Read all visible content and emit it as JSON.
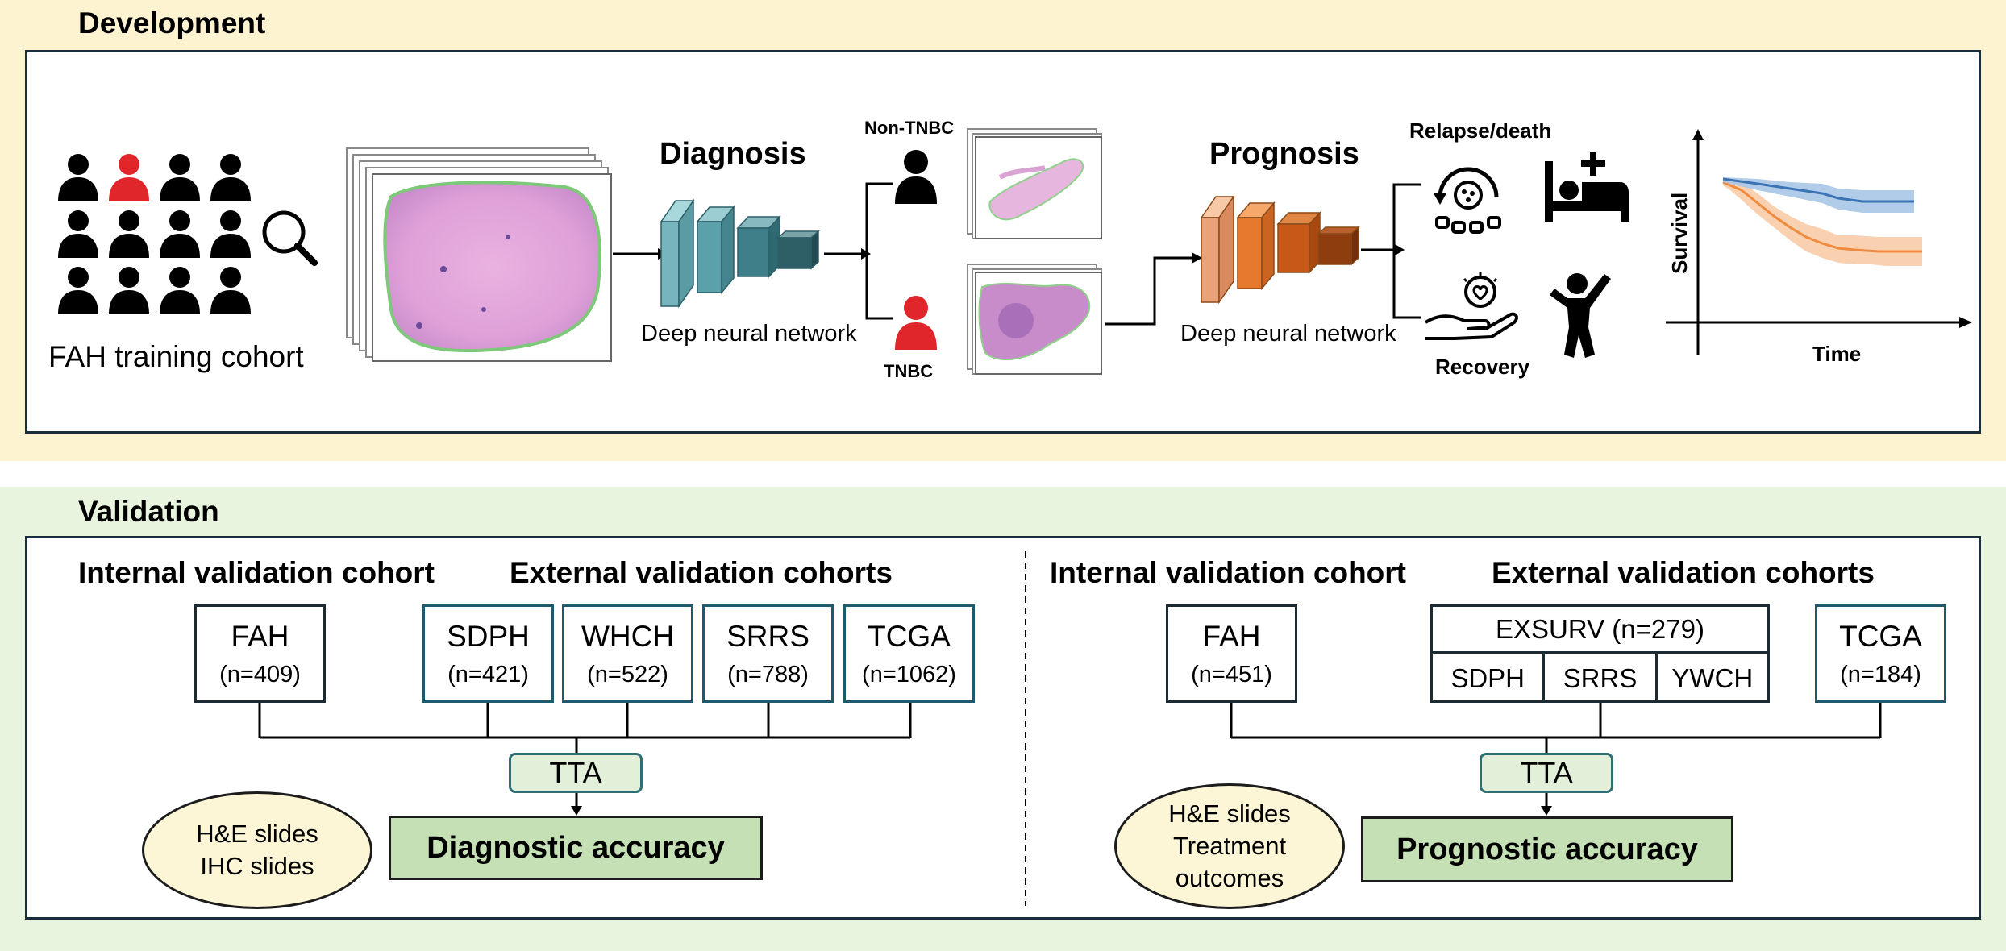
{
  "development": {
    "title": "Development",
    "training_cohort_label": "FAH training cohort",
    "diagnosis_title": "Diagnosis",
    "prognosis_title": "Prognosis",
    "dnn_label_1": "Deep neural network",
    "dnn_label_2": "Deep neural network",
    "non_tnbc_label": "Non-TNBC",
    "tnbc_label": "TNBC",
    "relapse_label": "Relapse/death",
    "recovery_label": "Recovery",
    "km_ylabel": "Survival",
    "km_xlabel": "Time",
    "colors": {
      "diagnosis": "#1f5c7d",
      "prognosis": "#e8772e",
      "highlight_person": "#e0262a",
      "km_blue": "#3b73b5",
      "km_orange": "#f08a3c"
    }
  },
  "validation": {
    "title": "Validation",
    "diagnostic": {
      "internal_title": "Internal validation cohort",
      "external_title": "External validation cohorts",
      "internal": {
        "name": "FAH",
        "size": "(n=409)"
      },
      "external": [
        {
          "name": "SDPH",
          "size": "(n=421)"
        },
        {
          "name": "WHCH",
          "size": "(n=522)"
        },
        {
          "name": "SRRS",
          "size": "(n=788)"
        },
        {
          "name": "TCGA",
          "size": "(n=1062)"
        }
      ],
      "tta_label": "TTA",
      "inputs": [
        "H&E slides",
        "IHC slides"
      ],
      "result_label": "Diagnostic accuracy"
    },
    "prognostic": {
      "internal_title": "Internal validation cohort",
      "external_title": "External validation cohorts",
      "internal": {
        "name": "FAH",
        "size": "(n=451)"
      },
      "exsurv_label": "EXSURV (n=279)",
      "exsurv_members": [
        "SDPH",
        "SRRS",
        "YWCH"
      ],
      "tcga": {
        "name": "TCGA",
        "size": "(n=184)"
      },
      "tta_label": "TTA",
      "inputs": [
        "H&E slides",
        "Treatment",
        "outcomes"
      ],
      "result_label": "Prognostic accuracy"
    }
  }
}
